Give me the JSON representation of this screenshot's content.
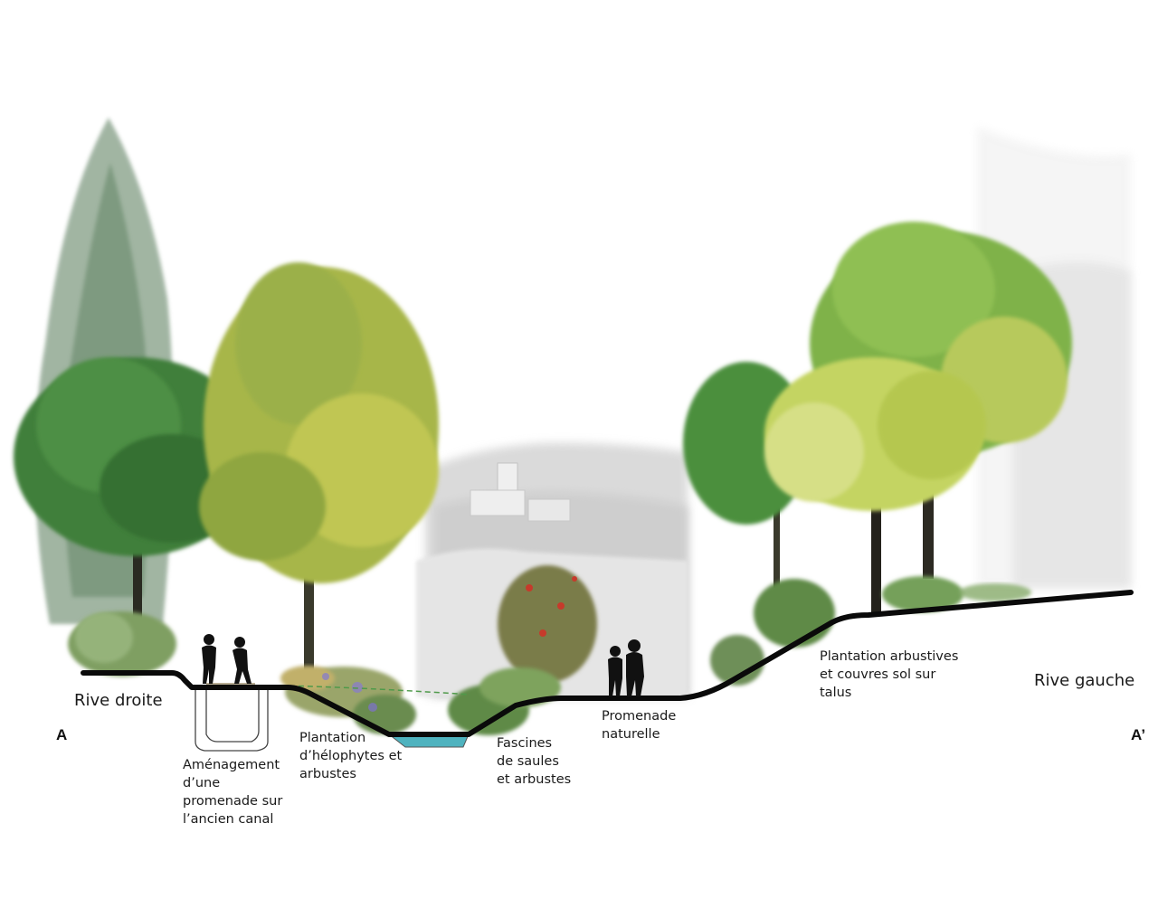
{
  "section": {
    "markers": {
      "start": "A",
      "end": "A’"
    },
    "banks": {
      "right": "Rive droite",
      "left": "Rive gauche"
    },
    "annotations": {
      "canal": [
        "Aménagement",
        "d’une",
        "promenade sur",
        "l’ancien canal"
      ],
      "helophytes": [
        "Plantation",
        "d’hélophytes et",
        "arbustes"
      ],
      "fascines": [
        "Fascines",
        "de saules",
        "et arbustes"
      ],
      "promenade": [
        "Promenade",
        "naturelle"
      ],
      "talus": [
        "Plantation arbustives",
        "et couvres sol sur",
        "talus"
      ]
    }
  },
  "colors": {
    "ground_line": "#0a0a0a",
    "water": "#4fb3bf",
    "tree_dark": "#3f7f3a",
    "tree_mid": "#6aa544",
    "tree_yellow": "#b5c24a",
    "background_hill": "#cfcfcf",
    "silhouette": "#111111"
  }
}
